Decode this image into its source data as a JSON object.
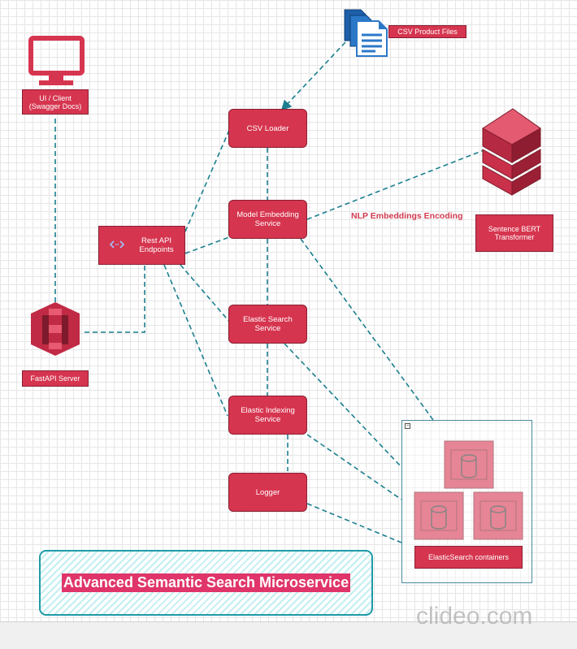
{
  "nodes": {
    "ui_client": "UI / Client\n(Swagger Docs)",
    "csv_files": "CSV Product Files",
    "csv_loader": "CSV Loader",
    "model_embedding": "Model Embedding\nService",
    "rest_api": "Rest API\nEndpoints",
    "elastic_search": "Elastic Search\nService",
    "elastic_indexing": "Elastic Indexing\nService",
    "logger": "Logger",
    "fastapi": "FastAPI Server",
    "sentence_bert": "Sentence BERT\nTransformer",
    "es_containers": "ElasticSearch containers"
  },
  "annotations": {
    "nlp": "NLP Embeddings Encoding",
    "collapse": "−"
  },
  "title": "Advanced Semantic Search Microservice",
  "watermark": "clideo.com",
  "colors": {
    "node_fill": "#d6354f",
    "connector": "#1b7f8f",
    "title_fill": "#e0356a",
    "title_border": "#1f9aa8",
    "icon_blue": "#2b78c9"
  }
}
